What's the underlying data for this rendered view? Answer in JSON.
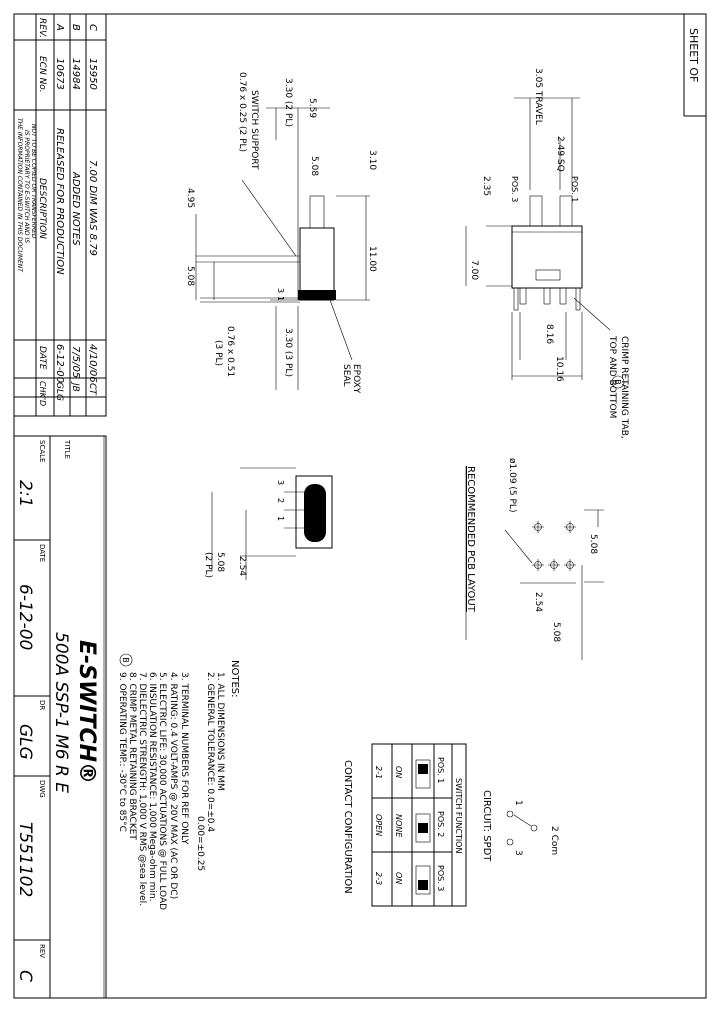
{
  "sheet_label": "SHEET OF",
  "revision_table": {
    "headers": [
      "REV.",
      "ECN No.",
      "DESCRIPTION",
      "DATE",
      "CHK'D"
    ],
    "rows": [
      {
        "rev": "C",
        "ecn": "15950",
        "desc": "7.00 DIM WAS 8.79",
        "date": "4/10/06",
        "chk": "CT"
      },
      {
        "rev": "B",
        "ecn": "14984",
        "desc": "ADDED NOTES",
        "date": "7/5/05",
        "chk": "JB"
      },
      {
        "rev": "A",
        "ecn": "10673",
        "desc": "RELEASED FOR PRODUCTION",
        "date": "6-12-00",
        "chk": "GLG"
      }
    ],
    "proprietary_lines": [
      "THE INFORMATION CONTAINED IN THIS DOCUMENT",
      "IS PROPRIETARY TO E-SWITCH AND IS",
      "NOT TO BE COPIED OR TRANSFERRED"
    ]
  },
  "title_block": {
    "title_label": "TITLE",
    "title": "500A SSP-1 M6 R E",
    "scale_label": "SCALE",
    "scale": "2:1",
    "date_label": "DATE",
    "date": "6-12-00",
    "dr_label": "DR",
    "dr": "GLG",
    "dwg_label": "DWG",
    "dwg": "T551102",
    "rev_label": "REV",
    "rev": "C",
    "logo": "E-SWITCH®"
  },
  "notes": {
    "heading": "NOTES:",
    "items": [
      "1. ALL DIMENSIONS IN MM",
      "2. GENERAL TOLERANCE:  0.0=±0.4",
      "0.00=±0.25",
      "3. TERMINAL NUMBERS FOR REF ONLY",
      "4. RATING: 0.4 VOLT-AMPS @ 20V MAX (AC OR DC)",
      "5. ELECTRIC LIFE: 30,000 ACTUATIONS @ FULL LOAD",
      "6. INSULATION RESISTANCE: 1,000 Mega-ohm min.",
      "7. DIELECTRIC STRENGTH: 1,000 V RMS @sea level.",
      "8. CRIMP METAL RETAINING BRACKET",
      "9. OPERATING TEMP.: -30°C to 85°C"
    ],
    "rev_marker": "B"
  },
  "circuit": {
    "label": "CIRCUIT: SPDT",
    "com_label": "2 Com",
    "t1": "1",
    "t3": "3"
  },
  "switch_function": {
    "header": "SWITCH FUNCTION",
    "positions": [
      "POS. 1",
      "POS. 2",
      "POS. 3"
    ],
    "values": [
      "ON",
      "NONE",
      "ON"
    ],
    "connections": [
      "2-1",
      "OPEN",
      "2-3"
    ],
    "caption": "CONTACT CONFIGURATION"
  },
  "pcb_layout": {
    "title": "RECOMMENDED PCB LAYOUT",
    "hole_label": "ø1.09 (5 PL)",
    "dims": [
      "5.08",
      "2.54",
      "5.08"
    ]
  },
  "top_view": {
    "dims": [
      "3.05 TRAVEL",
      "2.49 SQ",
      "POS. 1",
      "POS. 3",
      "2.35",
      "7.00",
      "8.16",
      "10.16"
    ],
    "callout": [
      "CRIMP RETAINING TAB,",
      "TOP AND BOTTOM"
    ],
    "rev_marker": "B"
  },
  "side_view": {
    "dims": [
      "3.30 (2 PL)",
      "5.59",
      "5.08",
      "3.10",
      "11.00",
      "4.95",
      "5.08",
      "3.30 (3 PL)"
    ],
    "support_label": [
      "SWITCH SUPPORT",
      "0.76 x 0.25 (2 PL)"
    ],
    "pin_label": [
      "0.76 x 0.51",
      "(3 PL)"
    ],
    "epoxy_label": [
      "EPOXY",
      "SEAL"
    ],
    "terminal_numbers": [
      "3",
      "1"
    ]
  },
  "bottom_view": {
    "terminal_numbers": [
      "3",
      "2",
      "1"
    ],
    "dims": [
      "2.54",
      "5.08",
      "(2 PL)"
    ]
  }
}
